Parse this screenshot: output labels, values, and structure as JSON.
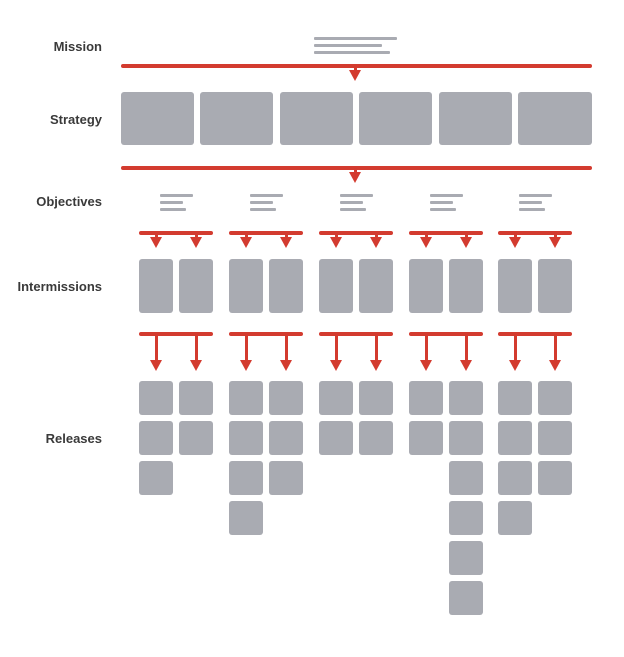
{
  "labels": {
    "mission": "Mission",
    "strategy": "Strategy",
    "objectives": "Objectives",
    "intermissions": "Intermissions",
    "releases": "Releases"
  },
  "colors": {
    "connector": "#d33b2f",
    "block": "#a9abb2",
    "label_text": "#3a3a3a"
  },
  "structure": {
    "strategy_block_count": 6,
    "objective_count": 5,
    "intermissions_per_objective": 2,
    "release_stack_heights": [
      [
        3,
        2
      ],
      [
        4,
        3
      ],
      [
        2,
        2
      ],
      [
        2,
        6
      ],
      [
        4,
        3
      ]
    ]
  }
}
